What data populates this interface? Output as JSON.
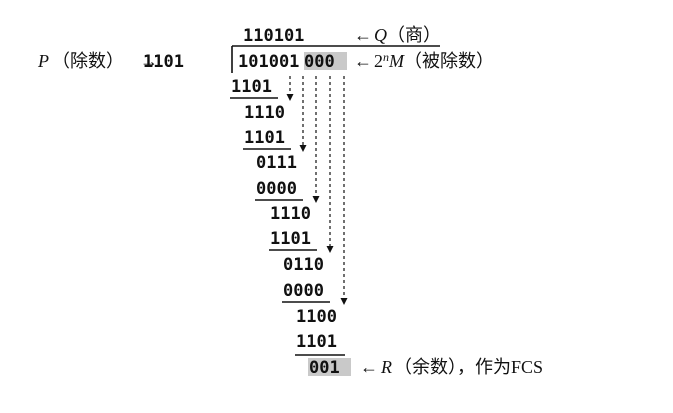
{
  "quotient": {
    "value": "110101",
    "arrow": "←",
    "symbol": "Q",
    "note": "（商）"
  },
  "divisor": {
    "symbol": "P",
    "note": "（除数）",
    "arrow": "→",
    "value": "1101"
  },
  "dividend": {
    "bits": "101001",
    "appended_zeros": "000",
    "arrow": "←",
    "expr_prefix": "2",
    "expr_power": "n",
    "expr_var": "M",
    "note": "（被除数）"
  },
  "steps": [
    "1101",
    "1110",
    "1101",
    "0111",
    "0000",
    "1110",
    "1101",
    "0110",
    "0000",
    "1100",
    "1101"
  ],
  "remainder": {
    "value": "001",
    "arrow": "←",
    "symbol": "R",
    "note": "（余数），作为FCS"
  },
  "colors": {
    "ink": "#111111",
    "highlight": "#c9c9c9"
  }
}
